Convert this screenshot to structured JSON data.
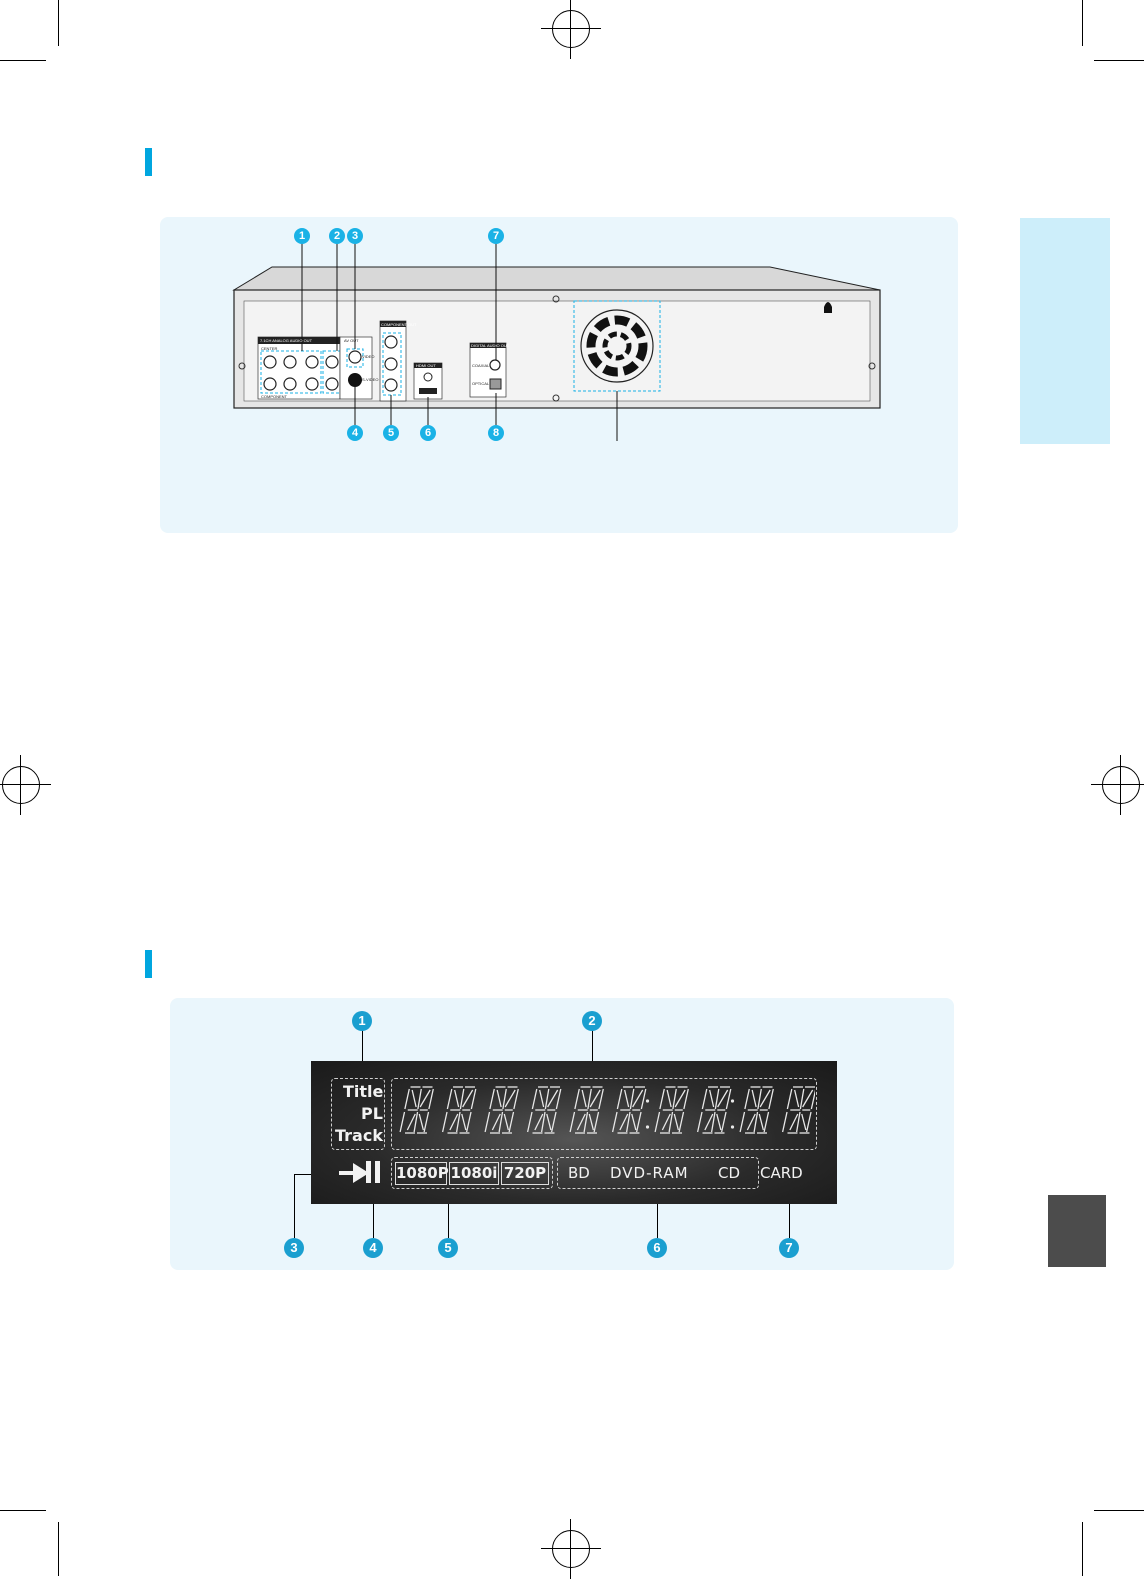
{
  "rear_panel": {
    "callouts_top": [
      "1",
      "2",
      "3",
      "7"
    ],
    "callouts_bottom": [
      "4",
      "5",
      "6",
      "8"
    ],
    "jack_labels": {
      "analog_audio_out": "7.1CH ANALOG AUDIO OUT",
      "center": "CENTER",
      "component": "COMPONENT",
      "av_out": "AV OUT",
      "video": "VIDEO",
      "svideo": "S-VIDEO",
      "component_out": "COMPONENT OUT",
      "hdmi_out": "HDMI OUT",
      "digital_audio_out": "DIGITAL AUDIO OUT",
      "coaxial": "COAXIAL",
      "optical": "OPTICAL"
    }
  },
  "display_panel": {
    "callouts_top": [
      "1",
      "2"
    ],
    "callouts_bottom": [
      "3",
      "4",
      "5",
      "6",
      "7"
    ],
    "labels": [
      "Title",
      "PL",
      "Track"
    ],
    "resolutions": [
      "1080P",
      "1080i",
      "720P"
    ],
    "disc_types": [
      "BD",
      "DVD-RAM",
      "CD"
    ],
    "card": "CARD",
    "digit_count": 10
  },
  "colors": {
    "accent": "#00a6df",
    "panel_bg": "#eaf6fc",
    "side_tab": "#cdeefa",
    "side_box": "#4c4c4c"
  }
}
